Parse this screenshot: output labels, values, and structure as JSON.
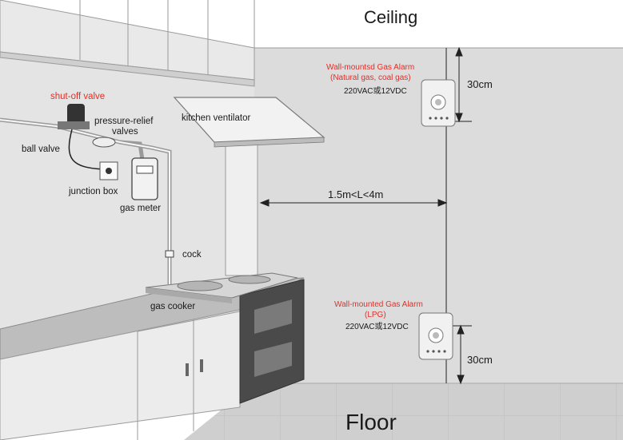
{
  "labels": {
    "ceiling": "Ceiling",
    "floor": "Floor",
    "shutoff_valve": "shut-off valve",
    "pressure_relief_1": "pressure-relief",
    "pressure_relief_2": "valves",
    "ball_valve": "ball valve",
    "junction_box": "junction box",
    "gas_meter": "gas meter",
    "cock": "cock",
    "gas_cooker": "gas cooker",
    "kitchen_ventilator": "kitchen ventilator",
    "distance": "1.5m<L<4m",
    "top_gap": "30cm",
    "bottom_gap": "30cm"
  },
  "alarm_top": {
    "title_1": "Wall-mountsd Gas Alarm",
    "title_2": "(Natural gas, coal gas)",
    "power": "220VAC或12VDC"
  },
  "alarm_bottom": {
    "title_1": "Wall-mounted Gas Alarm",
    "title_2": "(LPG)",
    "power": "220VAC或12VDC"
  },
  "colors": {
    "wall": "#d9d9d9",
    "floor": "#c9c9c9",
    "red_label": "#e0302a",
    "cabinet": "#e6e6e6",
    "oven_dark": "#4a4a4a"
  }
}
